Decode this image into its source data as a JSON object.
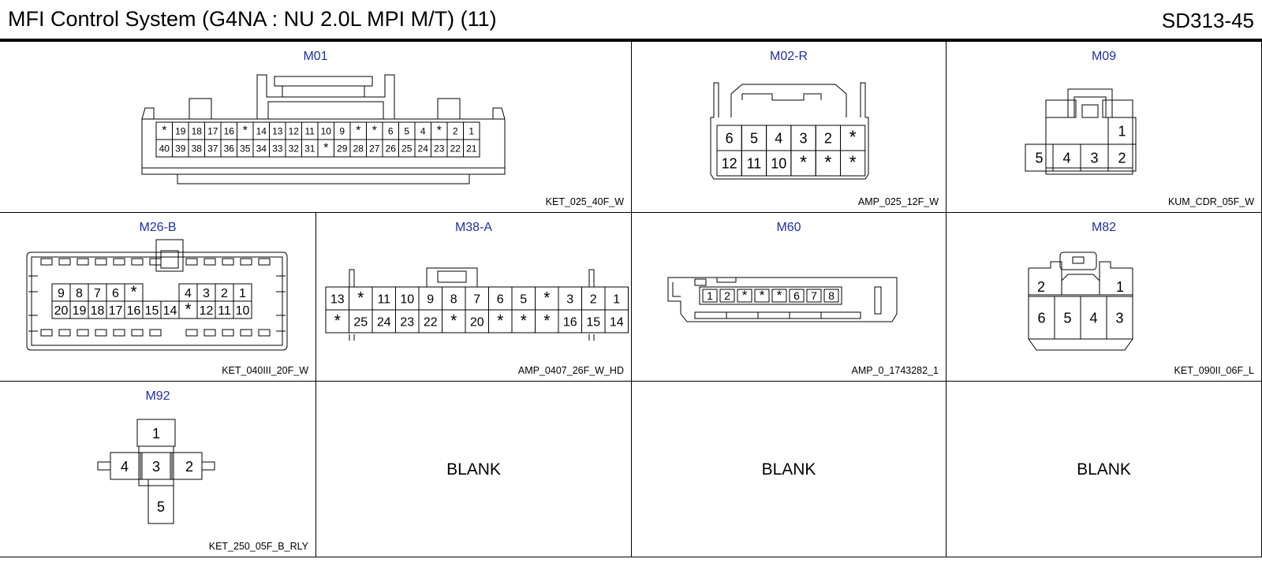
{
  "header": {
    "title": "MFI Control System (G4NA : NU 2.0L MPI M/T) (11)",
    "code": "SD313-45"
  },
  "connectors": {
    "m01": {
      "label": "M01",
      "part": "KET_025_40F_W",
      "top": [
        "*",
        "19",
        "18",
        "17",
        "16",
        "*",
        "14",
        "13",
        "12",
        "11",
        "10",
        "9",
        "*",
        "*",
        "6",
        "5",
        "4",
        "*",
        "2",
        "1"
      ],
      "bottom": [
        "40",
        "39",
        "38",
        "37",
        "36",
        "35",
        "34",
        "33",
        "32",
        "31",
        "*",
        "29",
        "28",
        "27",
        "26",
        "25",
        "24",
        "23",
        "22",
        "21"
      ]
    },
    "m02r": {
      "label": "M02-R",
      "part": "AMP_025_12F_W",
      "top": [
        "6",
        "5",
        "4",
        "3",
        "2",
        "*"
      ],
      "bottom": [
        "12",
        "11",
        "10",
        "*",
        "*",
        "*"
      ]
    },
    "m09": {
      "label": "M09",
      "part": "KUM_CDR_05F_W",
      "top": [
        "",
        "",
        "",
        "1"
      ],
      "bottom": [
        "5",
        "4",
        "3",
        "2"
      ]
    },
    "m26b": {
      "label": "M26-B",
      "part": "KET_040III_20F_W",
      "top": [
        "9",
        "8",
        "7",
        "6",
        "*",
        "",
        "",
        "4",
        "3",
        "2",
        "1"
      ],
      "bottom": [
        "20",
        "19",
        "18",
        "17",
        "16",
        "15",
        "14",
        "*",
        "12",
        "11",
        "10"
      ]
    },
    "m38a": {
      "label": "M38-A",
      "part": "AMP_0407_26F_W_HD",
      "top": [
        "13",
        "*",
        "11",
        "10",
        "9",
        "8",
        "7",
        "6",
        "5",
        "*",
        "3",
        "2",
        "1"
      ],
      "bottom": [
        "*",
        "25",
        "24",
        "23",
        "22",
        "*",
        "20",
        "*",
        "*",
        "*",
        "16",
        "15",
        "14"
      ]
    },
    "m60": {
      "label": "M60",
      "part": "AMP_0_1743282_1",
      "pins": [
        "1",
        "2",
        "*",
        "*",
        "*",
        "6",
        "7",
        "8"
      ]
    },
    "m82": {
      "label": "M82",
      "part": "KET_090II_06F_L",
      "top_left": "2",
      "top_right": "1",
      "bottom": [
        "6",
        "5",
        "4",
        "3"
      ]
    },
    "m92": {
      "label": "M92",
      "part": "KET_250_05F_B_RLY",
      "pin_top": "1",
      "pin_left": "4",
      "pin_center": "3",
      "pin_right": "2",
      "pin_bottom": "5"
    }
  },
  "blanks": [
    "BLANK",
    "BLANK",
    "BLANK"
  ]
}
